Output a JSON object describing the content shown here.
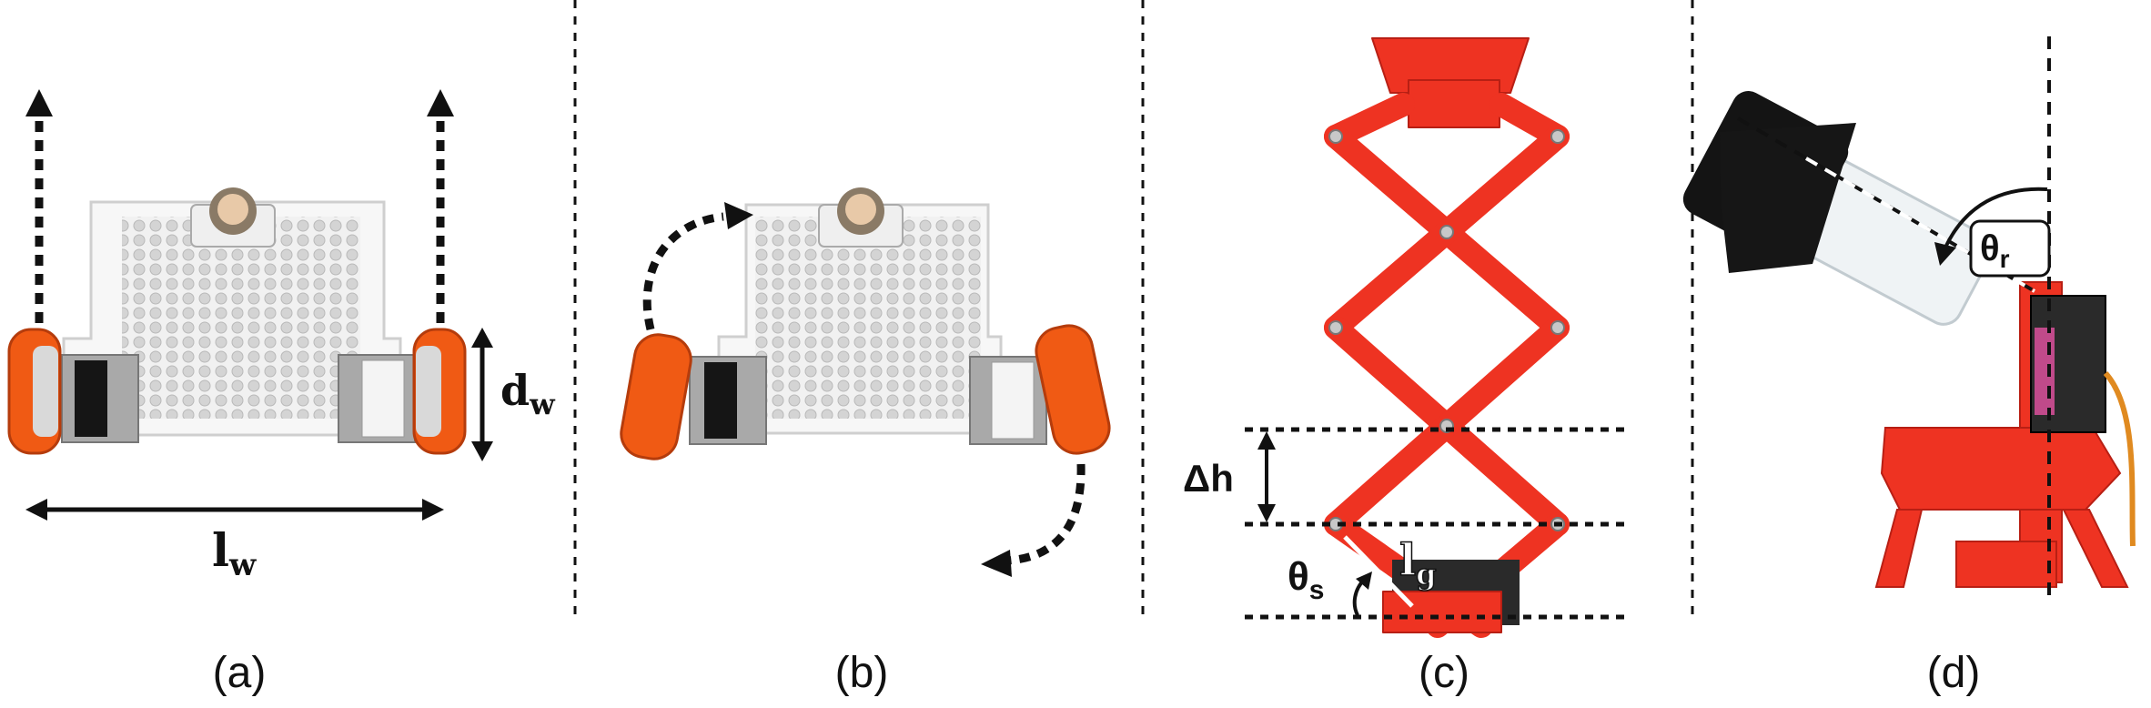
{
  "panels": [
    {
      "caption": "(a)",
      "labels": {
        "wheel_diameter": "d",
        "wheel_diameter_sub": "w",
        "wheel_base": "l",
        "wheel_base_sub": "w"
      }
    },
    {
      "caption": "(b)"
    },
    {
      "caption": "(c)",
      "labels": {
        "height_step": "Δh",
        "angle": "θ",
        "angle_sub": "s",
        "link": "l",
        "link_sub": "g"
      }
    },
    {
      "caption": "(d)",
      "labels": {
        "angle": "θ",
        "angle_sub": "r"
      }
    }
  ],
  "colors": {
    "robot_red": "#ee3322",
    "wheel_orange": "#f05a14",
    "stepper_gray": "#a9a9a9",
    "plate_white": "#f3f3f3",
    "dark": "#111111"
  },
  "icons": [
    "arrow-up-icon",
    "curved-arrow-icon",
    "double-arrow-icon",
    "caster-ball-icon",
    "servo-icon"
  ]
}
